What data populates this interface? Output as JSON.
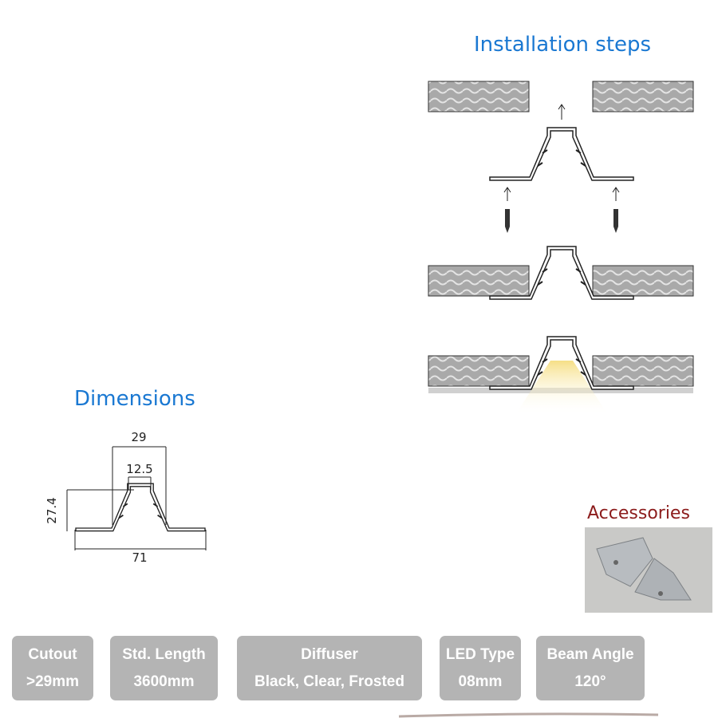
{
  "installation": {
    "title": "Installation steps"
  },
  "dimensions": {
    "title": "Dimensions",
    "width_total": "71",
    "width_cutout": "29",
    "width_channel": "12.5",
    "height": "27.4"
  },
  "accessories": {
    "title": "Accessories"
  },
  "specs": [
    {
      "label": "Cutout",
      "value": ">29mm"
    },
    {
      "label": "Std. Length",
      "value": "3600mm"
    },
    {
      "label": "Diffuser",
      "value": "Black, Clear, Frosted"
    },
    {
      "label": "LED Type",
      "value": "08mm"
    },
    {
      "label": "Beam Angle",
      "value": "120°"
    }
  ],
  "colors": {
    "title_blue": "#1a78d2",
    "accessories_red": "#8c1c1c",
    "badge_bg": "#b4b4b4"
  }
}
